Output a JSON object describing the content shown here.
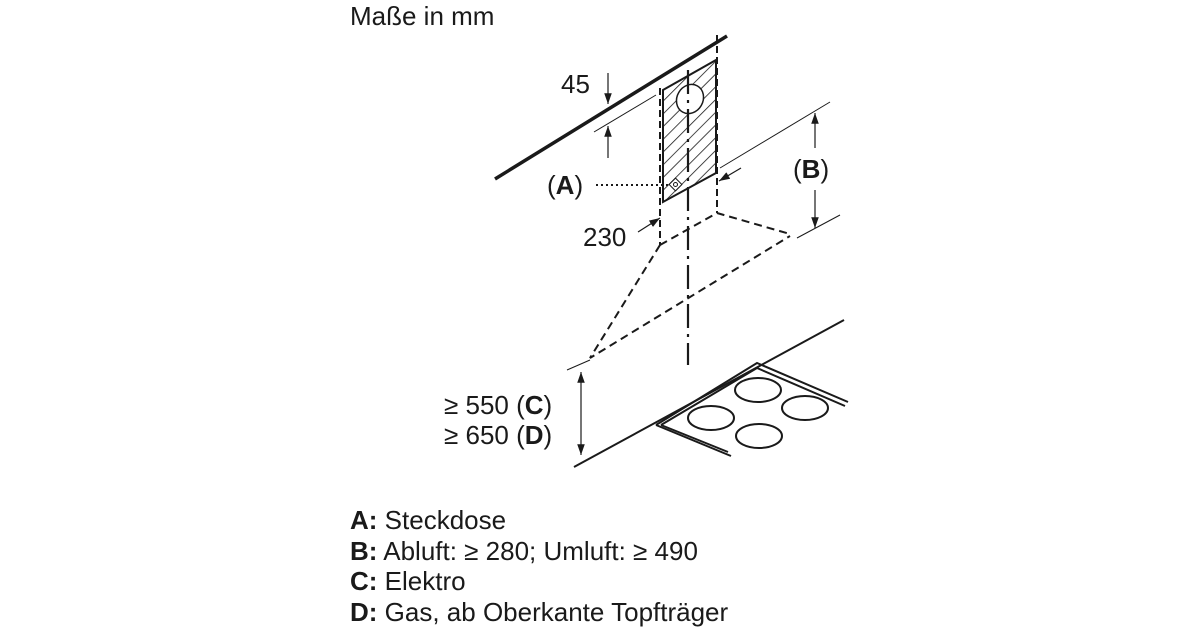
{
  "title": "Maße in mm",
  "dimensions": {
    "wall_offset": "45",
    "width": "230",
    "socket_marker": "A",
    "height_marker": "B",
    "min_electric_prefix": "≥ 550",
    "min_electric_marker": "C",
    "min_gas_prefix": "≥ 650",
    "min_gas_marker": "D"
  },
  "legend": [
    {
      "key": "A:",
      "text": "Steckdose"
    },
    {
      "key": "B:",
      "text": "Abluft: ≥ 280; Umluft: ≥ 490"
    },
    {
      "key": "C:",
      "text": "Elektro"
    },
    {
      "key": "D:",
      "text": "Gas, ab Oberkante Topfträger"
    }
  ],
  "colors": {
    "line": "#1a1a1a",
    "background": "#ffffff"
  }
}
